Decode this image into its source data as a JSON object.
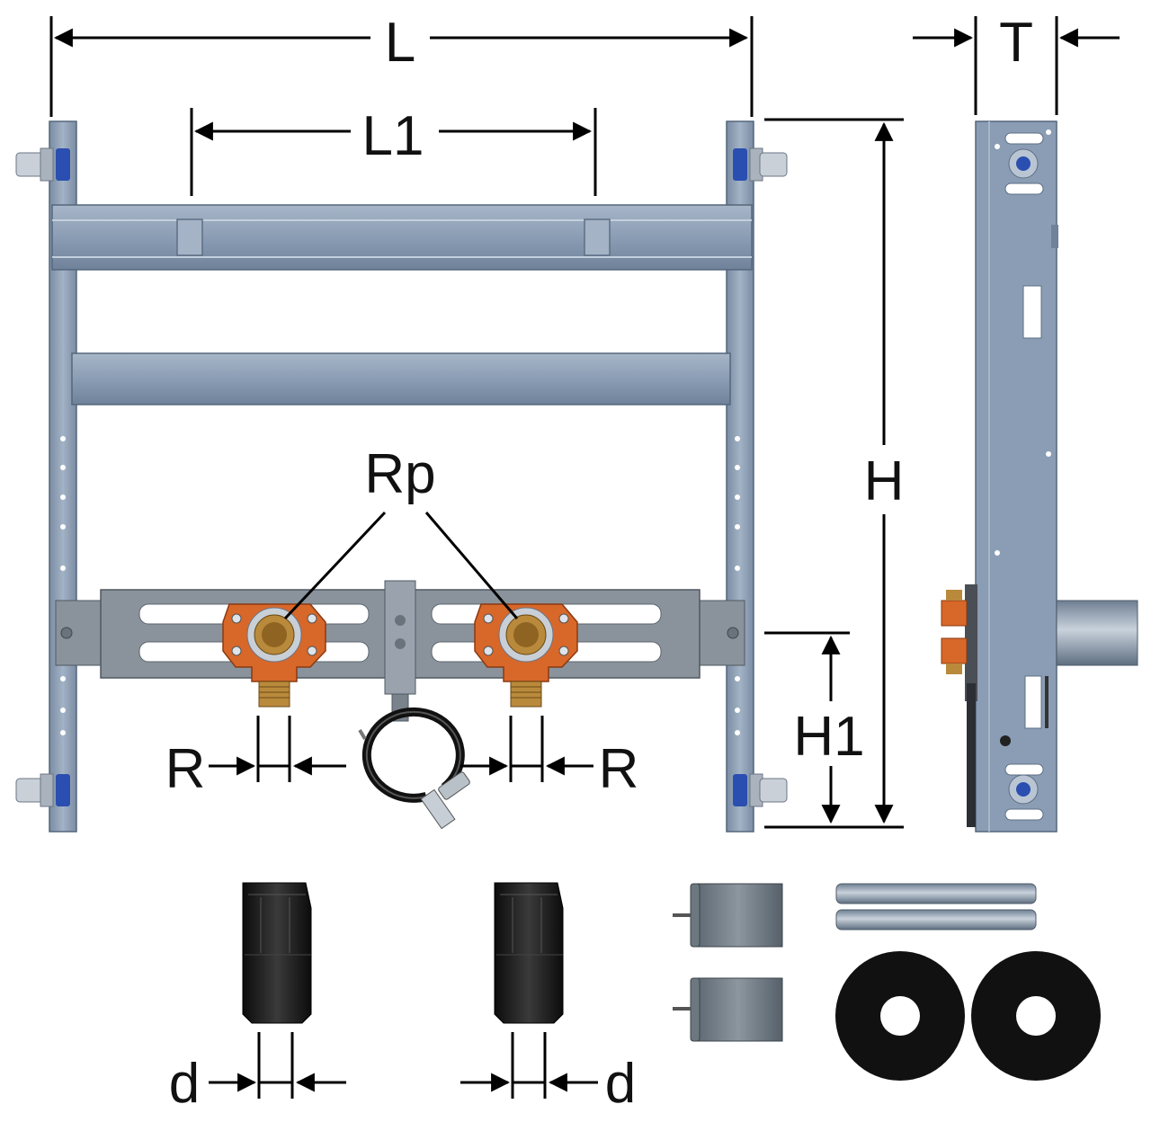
{
  "labels": {
    "L": "L",
    "L1": "L1",
    "T": "T",
    "H": "H",
    "H1": "H1",
    "Rp": "Rp",
    "R_left": "R",
    "R_right": "R",
    "d_left": "d",
    "d_right": "d"
  },
  "colors": {
    "frame_steel": "#8b9db4",
    "frame_steel_dark": "#6f8299",
    "rail_grey": "#8a939c",
    "fitting_orange": "#d8672a",
    "fitting_brass": "#b98a3c",
    "accent_blue": "#2a4fb0",
    "insulation_black": "#111111",
    "dimension_line": "#000000"
  }
}
